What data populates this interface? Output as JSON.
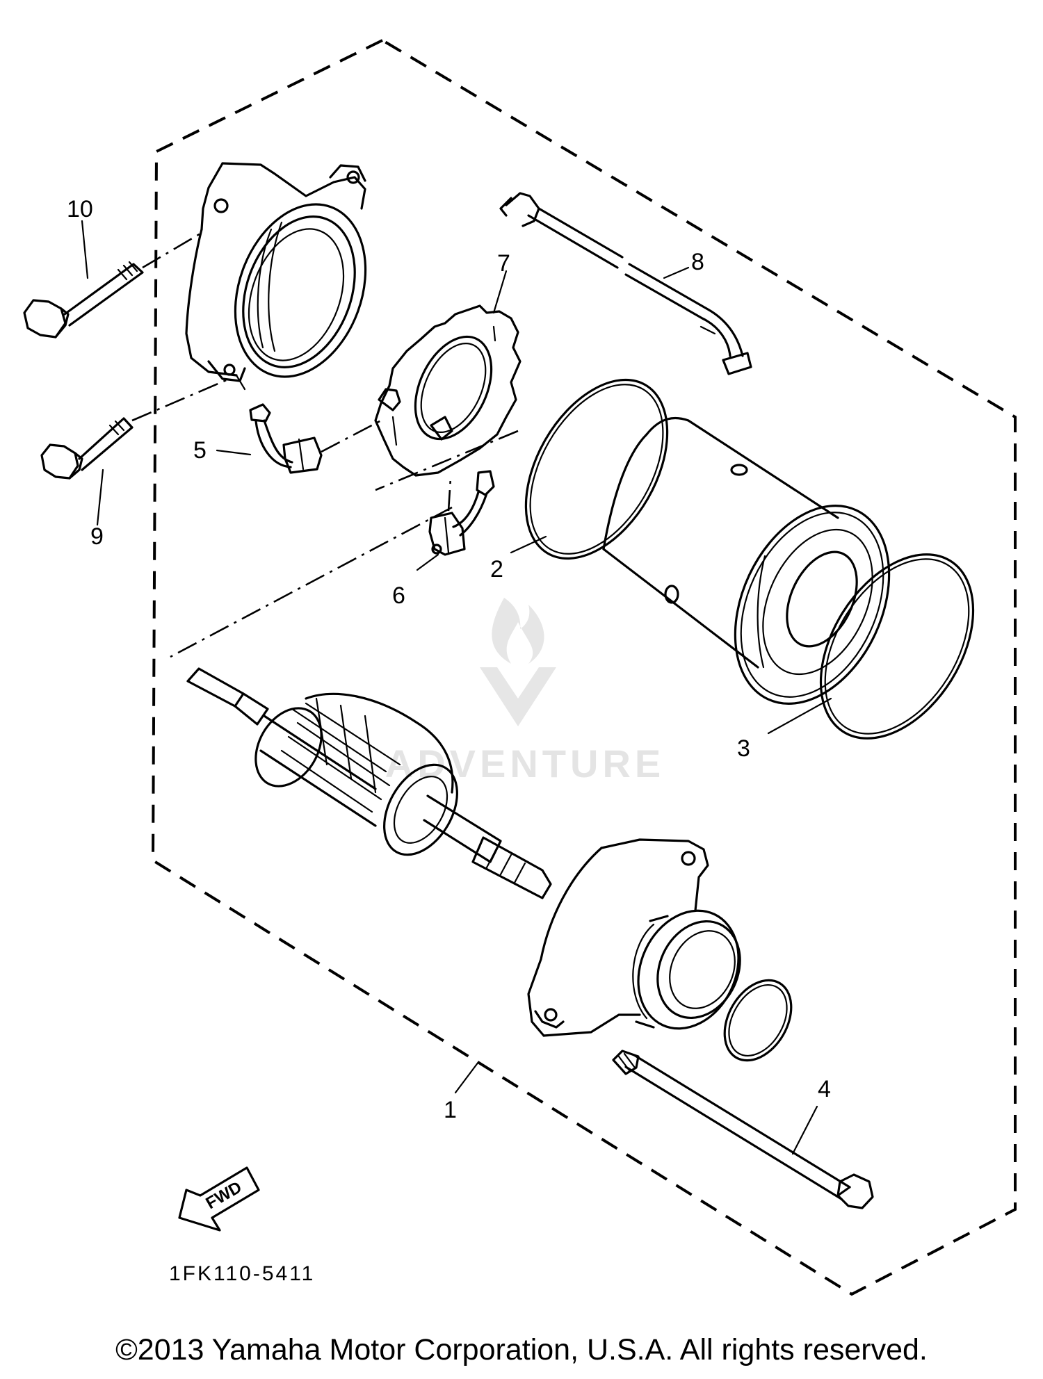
{
  "diagram": {
    "callouts": {
      "c1": "1",
      "c2": "2",
      "c3": "3",
      "c4": "4",
      "c5": "5",
      "c6": "6",
      "c7": "7",
      "c8": "8",
      "c9": "9",
      "c10": "10"
    },
    "fwd_label": "FWD",
    "part_code": "1FK110-5411",
    "watermark_text": "ADVENTURE"
  },
  "footer": {
    "copyright": "©2013 Yamaha Motor Corporation, U.S.A. All rights reserved."
  },
  "colors": {
    "line": "#000000",
    "background": "#ffffff",
    "watermark": "#e4e4e4"
  }
}
